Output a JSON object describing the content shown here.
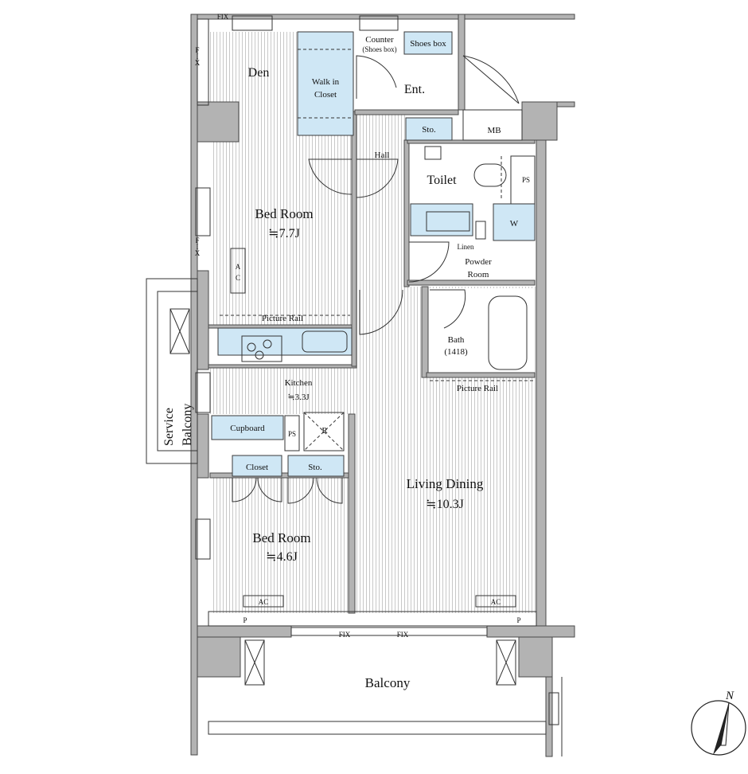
{
  "rooms": {
    "den": "Den",
    "walk_in_closet": [
      "Walk in",
      "Closet"
    ],
    "counter": [
      "Counter",
      "(Shoes box)"
    ],
    "shoes_box": "Shoes box",
    "entrance": "Ent.",
    "hall": "Hall",
    "storage_hall": "Sto.",
    "mb": "MB",
    "toilet": "Toilet",
    "ps_toilet": "PS",
    "washer": "W",
    "linen": "Linen",
    "powder_room": [
      "Powder",
      "Room"
    ],
    "bed_room_1": [
      "Bed Room",
      "≒7.7J"
    ],
    "ac_bed1": [
      "A",
      "C"
    ],
    "picture_rail_bed": "Picture Rail",
    "bath": [
      "Bath",
      "(1418)"
    ],
    "picture_rail_ld": "Picture Rail",
    "kitchen": [
      "Kitchen",
      "≒3.3J"
    ],
    "cupboard": "Cupboard",
    "ps_kitchen": "PS",
    "fridge": "R",
    "closet": "Closet",
    "storage_bed2": "Sto.",
    "living_dining": [
      "Living Dining",
      "≒10.3J"
    ],
    "bed_room_2": [
      "Bed Room",
      "≒4.6J"
    ],
    "ac_bed2": "AC",
    "ac_ld": "AC",
    "service_balcony": [
      "Service",
      "Balcony"
    ],
    "balcony": "Balcony",
    "p_left": "P",
    "p_right": "P",
    "fix_top": "FIX",
    "fix_side_1": [
      "F",
      "I",
      "X"
    ],
    "fix_side_2": [
      "F",
      "I",
      "X"
    ],
    "fix_bottom_1": "FIX",
    "fix_bottom_2": "FIX"
  },
  "compass": {
    "north_label": "N"
  }
}
